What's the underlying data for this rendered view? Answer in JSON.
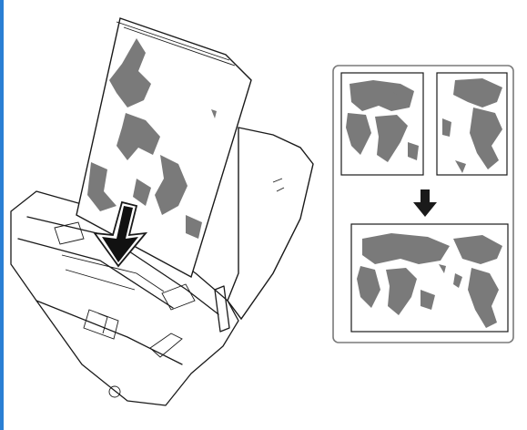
{
  "figure": {
    "icon": "scanner-loading-map-document",
    "colors": {
      "accent_edge": "#2a7fd4",
      "outline": "#1a1a1a",
      "landmass": "#7a7a7a",
      "panel_border": "#7a7a7a",
      "background": "#ffffff"
    }
  },
  "panel": {
    "icon": "two-halves-merge-into-world-map",
    "top_left_map_icon": "world-map-left-half",
    "top_right_map_icon": "world-map-right-half",
    "arrow_icon": "down-arrow",
    "bottom_map_icon": "world-map-merged"
  }
}
